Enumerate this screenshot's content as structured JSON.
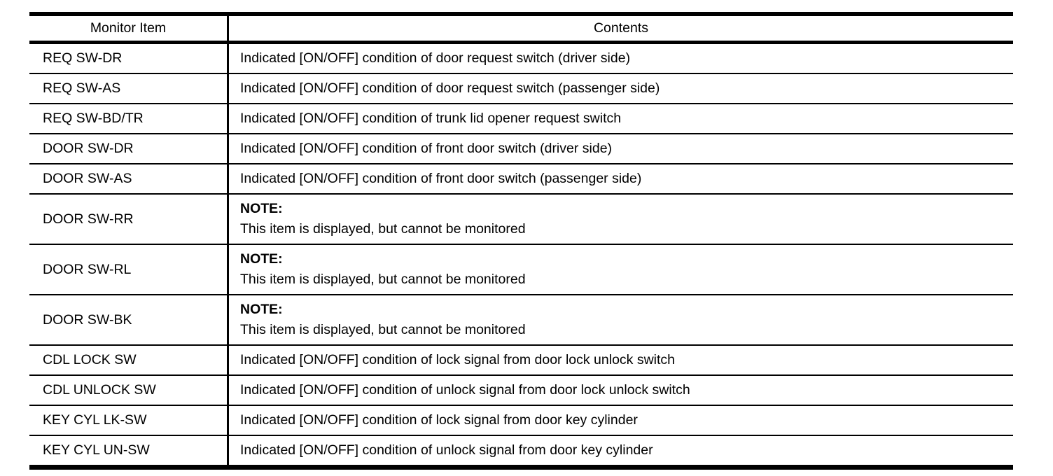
{
  "page": {
    "background_color": "#ffffff",
    "text_color": "#000000",
    "border_color": "#000000"
  },
  "table": {
    "headers": {
      "monitor_item": "Monitor Item",
      "contents": "Contents"
    },
    "rows": [
      {
        "type": "normal",
        "item": "REQ SW-DR",
        "content": "Indicated [ON/OFF] condition of door request switch (driver side)"
      },
      {
        "type": "normal",
        "item": "REQ SW-AS",
        "content": "Indicated [ON/OFF] condition of door request switch (passenger side)"
      },
      {
        "type": "normal",
        "item": "REQ SW-BD/TR",
        "content": "Indicated [ON/OFF] condition of trunk lid opener request switch"
      },
      {
        "type": "normal",
        "item": "DOOR SW-DR",
        "content": "Indicated [ON/OFF] condition of front door switch (driver side)"
      },
      {
        "type": "normal",
        "item": "DOOR SW-AS",
        "content": "Indicated [ON/OFF] condition of front door switch (passenger side)"
      },
      {
        "type": "note",
        "item": "DOOR SW-RR",
        "note_label": "NOTE:",
        "note_text": "This item is displayed, but cannot be monitored"
      },
      {
        "type": "note",
        "item": "DOOR SW-RL",
        "note_label": "NOTE:",
        "note_text": "This item is displayed, but cannot be monitored"
      },
      {
        "type": "note",
        "item": "DOOR SW-BK",
        "note_label": "NOTE:",
        "note_text": "This item is displayed, but cannot be monitored"
      },
      {
        "type": "normal",
        "item": "CDL LOCK SW",
        "content": "Indicated [ON/OFF] condition of lock signal from door lock unlock switch"
      },
      {
        "type": "normal",
        "item": "CDL UNLOCK SW",
        "content": "Indicated [ON/OFF] condition of unlock signal from door lock unlock switch"
      },
      {
        "type": "normal",
        "item": "KEY CYL LK-SW",
        "content": "Indicated [ON/OFF] condition of lock signal from door key cylinder"
      },
      {
        "type": "normal",
        "item": "KEY CYL UN-SW",
        "content": "Indicated [ON/OFF] condition of unlock signal from door key cylinder"
      }
    ]
  }
}
